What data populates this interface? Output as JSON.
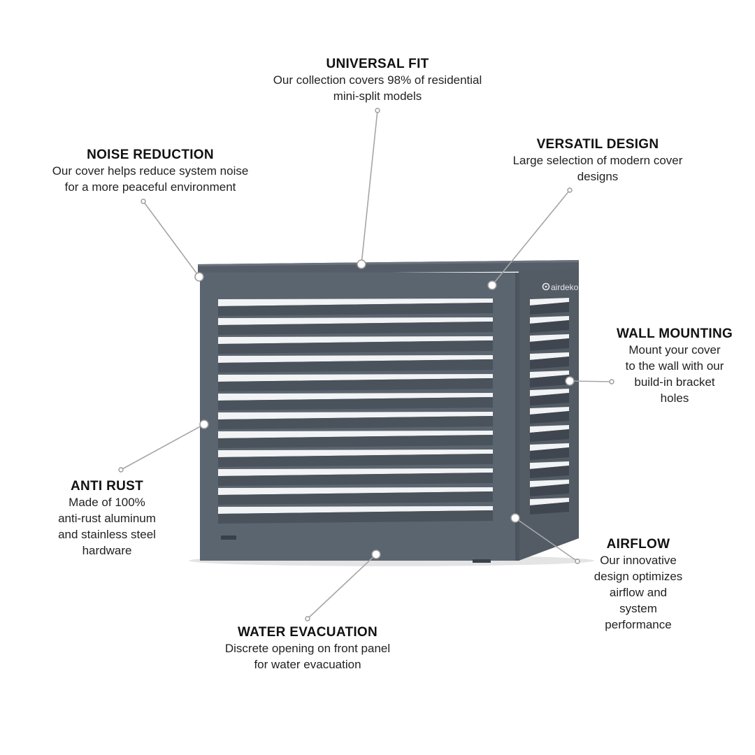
{
  "colors": {
    "panel": "#5b6570",
    "panel_dark": "#4a525c",
    "panel_shadow": "#3f464f",
    "slot": "#f2f3f4",
    "leader": "#a6a6a6",
    "text": "#1a1a1a"
  },
  "brand": {
    "logo_text": "airdeko",
    "logo_icon": "gear-icon"
  },
  "callouts": {
    "universal_fit": {
      "title": "UNIVERSAL FIT",
      "lines": [
        "Our collection covers 98% of residential",
        "mini-split models"
      ]
    },
    "noise_reduction": {
      "title": "NOISE REDUCTION",
      "lines": [
        "Our cover helps reduce system noise",
        "for a more peaceful environment"
      ]
    },
    "versatil_design": {
      "title": "VERSATIL DESIGN",
      "lines": [
        "Large selection of modern cover",
        "designs"
      ]
    },
    "wall_mounting": {
      "title": "WALL MOUNTING",
      "lines": [
        "Mount your cover",
        "to the wall with our",
        "build-in bracket",
        "holes"
      ]
    },
    "anti_rust": {
      "title": "ANTI RUST",
      "lines": [
        "Made of 100%",
        "anti-rust aluminum",
        "and stainless steel",
        "hardware"
      ]
    },
    "airflow": {
      "title": "AIRFLOW",
      "lines": [
        "Our innovative",
        "design optimizes",
        "airflow and",
        "system",
        "performance"
      ]
    },
    "water_evacuation": {
      "title": "WATER EVACUATION",
      "lines": [
        "Discrete opening on front panel",
        "for water evacuation"
      ]
    }
  }
}
